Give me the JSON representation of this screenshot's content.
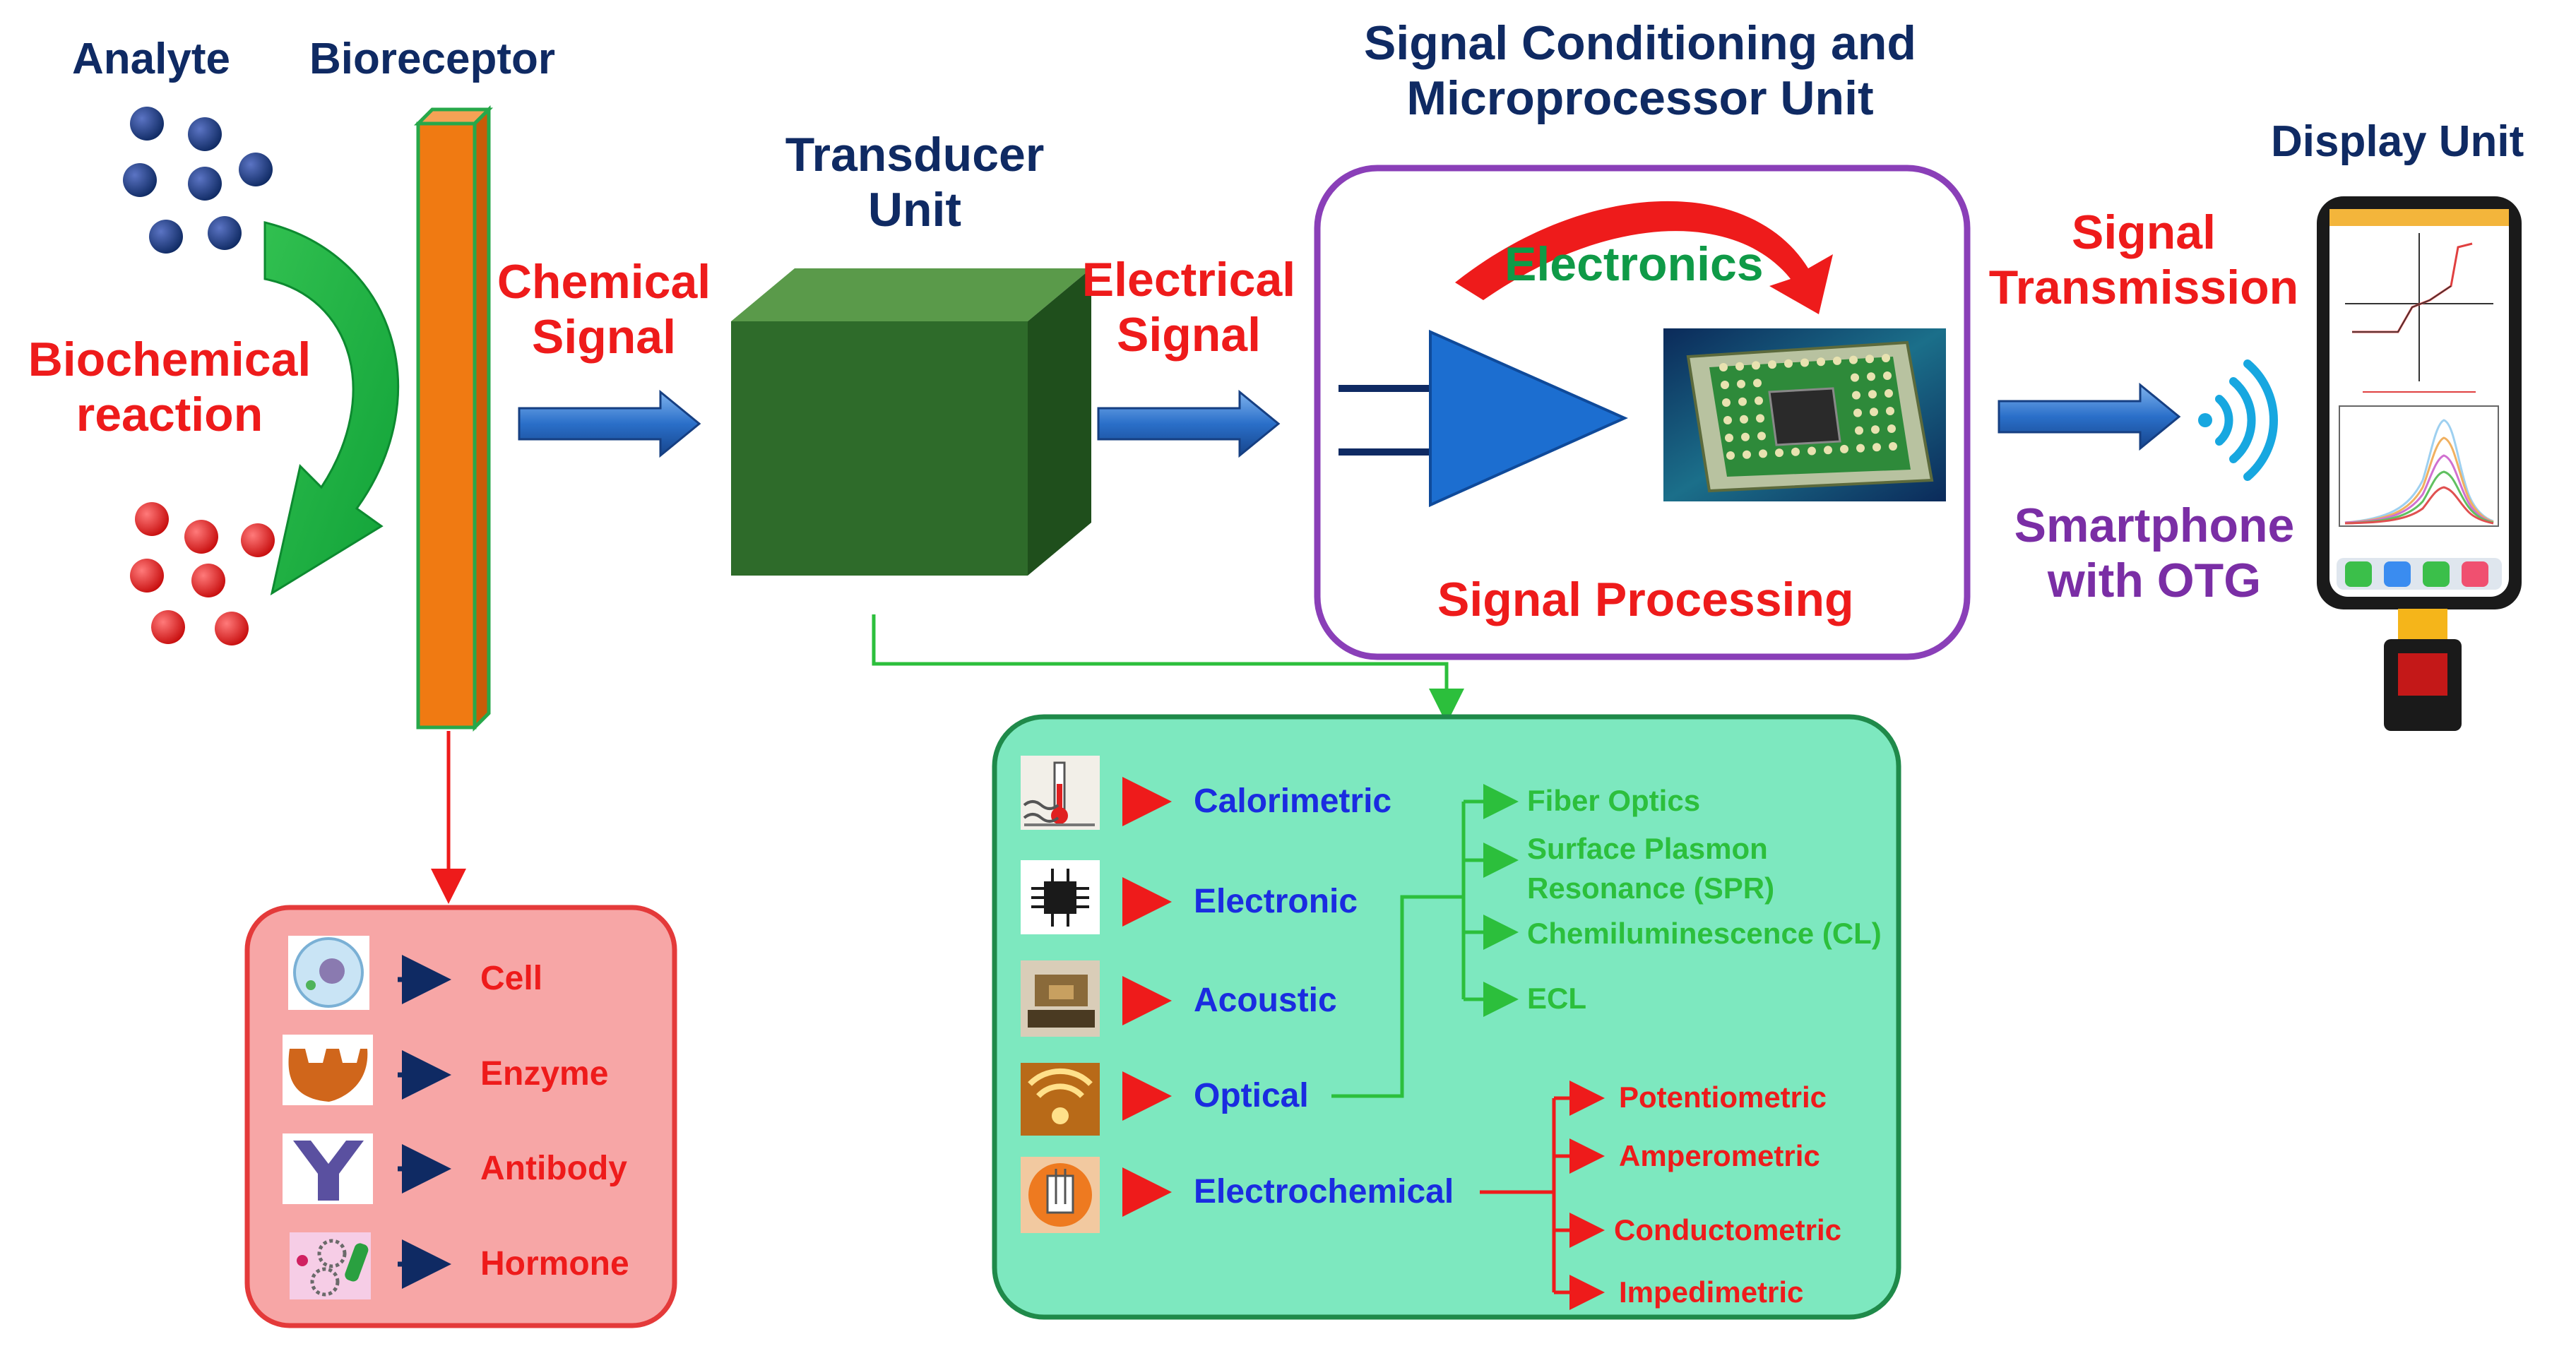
{
  "labels": {
    "analyte": "Analyte",
    "bioreceptor": "Bioreceptor",
    "biochemical_reaction": [
      "Biochemical",
      "reaction"
    ],
    "chemical_signal": [
      "Chemical",
      "Signal"
    ],
    "transducer_unit": [
      "Transducer",
      "Unit"
    ],
    "electrical_signal": [
      "Electrical",
      "Signal"
    ],
    "signal_conditioning": [
      "Signal Conditioning and",
      "Microprocessor Unit"
    ],
    "electronics": "Electronics",
    "signal_processing": "Signal Processing",
    "signal_transmission": [
      "Signal",
      "Transmission"
    ],
    "display_unit": "Display Unit",
    "smartphone": [
      "Smartphone",
      "with OTG"
    ]
  },
  "bioreceptors": [
    {
      "label": "Cell",
      "icon": "cell-icon"
    },
    {
      "label": "Enzyme",
      "icon": "enzyme-icon"
    },
    {
      "label": "Antibody",
      "icon": "antibody-icon"
    },
    {
      "label": "Hormone",
      "icon": "hormone-icon"
    }
  ],
  "transducers": [
    {
      "label": "Calorimetric",
      "icon": "thermometer-icon"
    },
    {
      "label": "Electronic",
      "icon": "chip-icon"
    },
    {
      "label": "Acoustic",
      "icon": "acoustic-icon"
    },
    {
      "label": "Optical",
      "icon": "wifi-light-icon"
    },
    {
      "label": "Electrochemical",
      "icon": "electrode-icon"
    }
  ],
  "optical_types": [
    "Fiber Optics",
    "Surface Plasmon",
    "Resonance (SPR)",
    "Chemiluminescence (CL)",
    "ECL"
  ],
  "electrochemical_types": [
    "Potentiometric",
    "Amperometric",
    "Conductometric",
    "Impedimetric"
  ],
  "colors": {
    "navy": "#0f2a63",
    "red": "#ee1b1b",
    "green": "#0f9a47",
    "arrow_blue": "#2a6fc9",
    "cube": "#2e6b2a",
    "bioreceptor_bar": "#f07a12",
    "pink_box": "#f7a6a6",
    "green_box": "#7de8bf",
    "purple_border": "#8a3fb8"
  }
}
